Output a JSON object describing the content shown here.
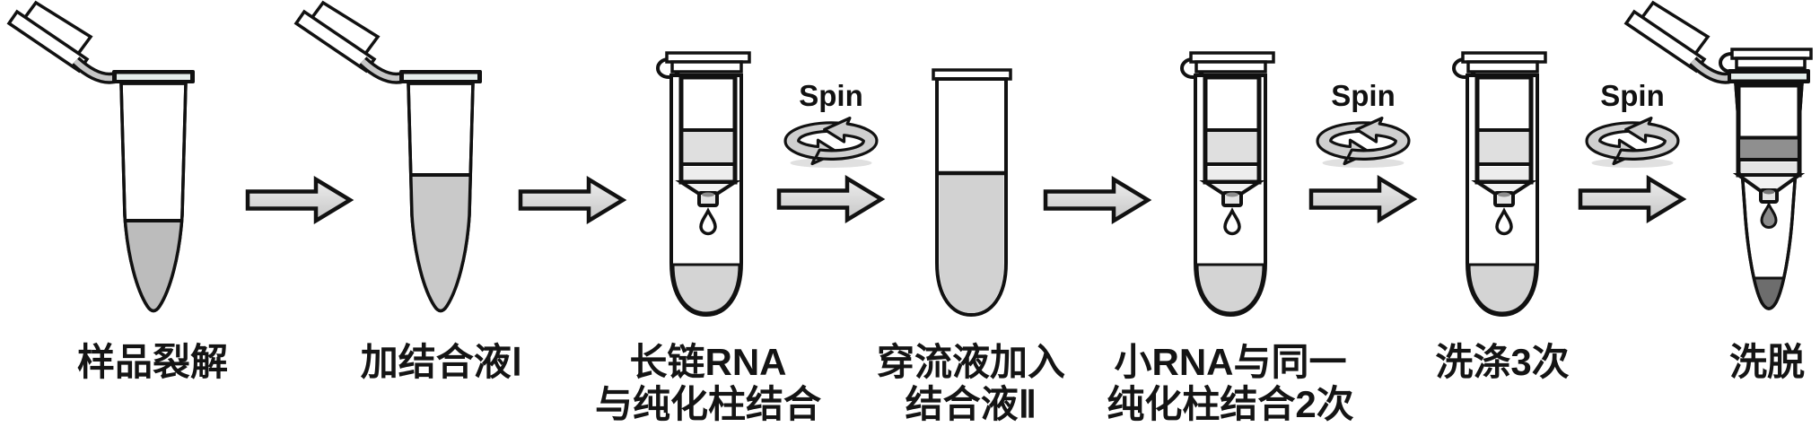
{
  "figure": {
    "description": "RNA purification spin-column protocol flow diagram",
    "spin_label": "Spin"
  },
  "steps": [
    {
      "name": "sample-lysis",
      "line1": "样品裂解"
    },
    {
      "name": "add-binding-buffer-1",
      "line1": "加结合液Ⅰ"
    },
    {
      "name": "long-rna-bind-column",
      "line1": "长链RNA",
      "line2": "与纯化柱结合"
    },
    {
      "name": "flowthrough-add-binding-buffer-2",
      "line1": "穿流液加入",
      "line2": "结合液Ⅱ"
    },
    {
      "name": "small-rna-bind-same-column",
      "line1": "小RNA与同一",
      "line2": "纯化柱结合2次"
    },
    {
      "name": "wash-3-times",
      "line1": "洗涤3次"
    },
    {
      "name": "elution",
      "line1": "洗脱"
    }
  ],
  "icons": [
    "flow-arrow-icon",
    "spin-rotation-icon",
    "open-cap-tube-icon",
    "spin-column-icon",
    "collection-tube-icon",
    "droplet-icon"
  ],
  "colors": {
    "ink": "#111111",
    "cap_stripe": "#e6eeec",
    "sample_liquid": "#bcbcbc",
    "binding_liquid": "#c9c9c9",
    "flowthrough_liquid": "#d2d2d2",
    "pool_liquid": "#d4d4d4",
    "matrix_band": "#dfdfdf",
    "matrix_band_light": "#ededed",
    "matrix_band_dark": "#8f8f8f",
    "elution_drop": "#8a8a8a",
    "elution_tip": "#6d6d6d",
    "arrow_fill_top": "#eeeeee",
    "arrow_fill_bottom": "#c6c6c6",
    "spin_icon_fill": "#cfcfcf"
  }
}
